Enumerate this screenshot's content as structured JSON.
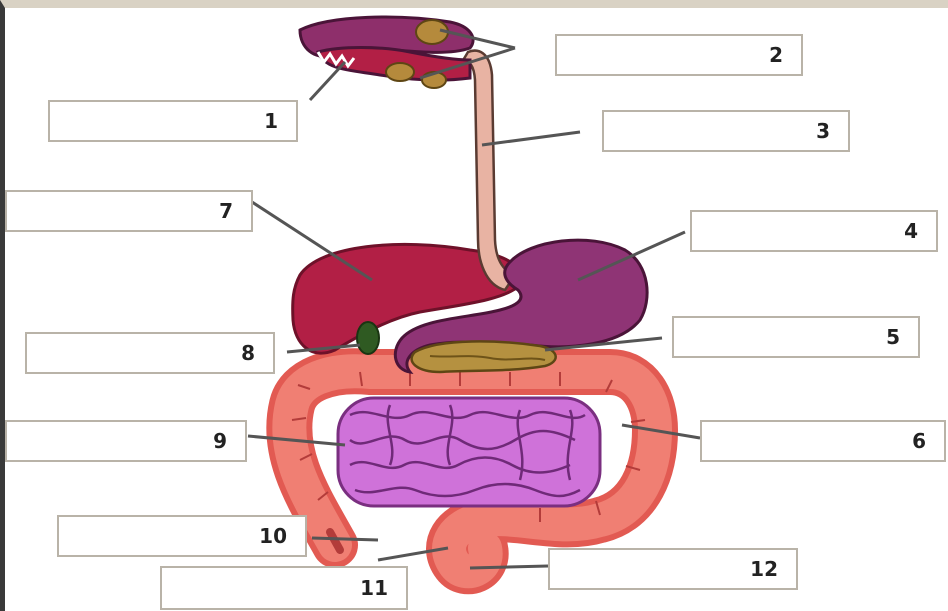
{
  "labels": [
    {
      "number": "1"
    },
    {
      "number": "2"
    },
    {
      "number": "3"
    },
    {
      "number": "4"
    },
    {
      "number": "5"
    },
    {
      "number": "6"
    },
    {
      "number": "7"
    },
    {
      "number": "8"
    },
    {
      "number": "9"
    },
    {
      "number": "10"
    },
    {
      "number": "11"
    },
    {
      "number": "12"
    }
  ],
  "colors": {
    "mouth": "#8e2f6b",
    "salivary_glands": "#b58a3c",
    "esophagus": "#e8b3a3",
    "stomach": "#8f3475",
    "liver": "#b21f45",
    "gall_bladder": "#2f5a22",
    "pancreas": "#b59140",
    "large_intestine": "#ec6d63",
    "small_intestine": "#cc6bd8",
    "label_border": "#b9b3a8"
  }
}
